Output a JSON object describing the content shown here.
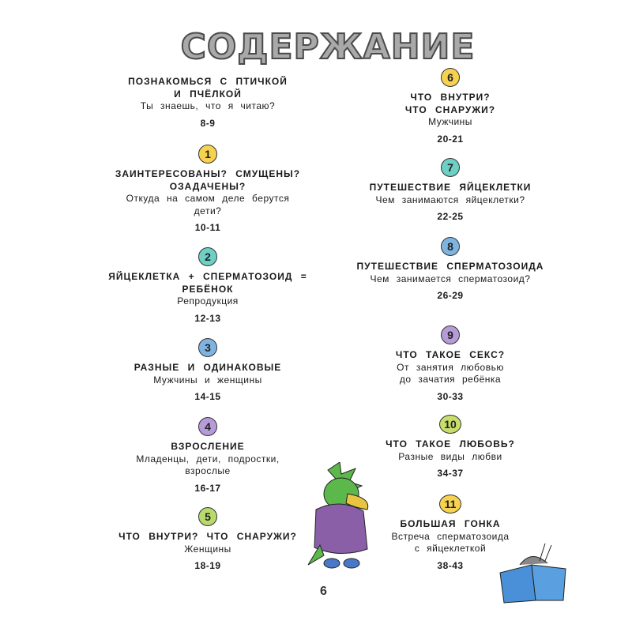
{
  "title": "СОДЕРЖАНИЕ",
  "page_number": "6",
  "entries": [
    {
      "num": "",
      "color": "",
      "head": [
        "ПОЗНАКОМЬСЯ С ПТИЧКОЙ",
        "И ПЧЁЛКОЙ"
      ],
      "sub": [
        "Ты знаешь, что я читаю?"
      ],
      "pages": "8-9"
    },
    {
      "num": "1",
      "color": "#f6d250",
      "head": [
        "ЗАИНТЕРЕСОВАНЫ? СМУЩЕНЫ?",
        "ОЗАДАЧЕНЫ?"
      ],
      "sub": [
        "Откуда на самом деле берутся",
        "дети?"
      ],
      "pages": "10-11"
    },
    {
      "num": "2",
      "color": "#6dd0c4",
      "head": [
        "ЯЙЦЕКЛЕТКА + СПЕРМАТОЗОИД =",
        "РЕБЁНОК"
      ],
      "sub": [
        "Репродукция"
      ],
      "pages": "12-13"
    },
    {
      "num": "3",
      "color": "#80b4e0",
      "head": [
        "РАЗНЫЕ И ОДИНАКОВЫЕ"
      ],
      "sub": [
        "Мужчины и женщины"
      ],
      "pages": "14-15"
    },
    {
      "num": "4",
      "color": "#b59cd8",
      "head": [
        "ВЗРОСЛЕНИЕ"
      ],
      "sub": [
        "Младенцы, дети, подростки,",
        "взрослые"
      ],
      "pages": "16-17"
    },
    {
      "num": "5",
      "color": "#b8da6c",
      "head": [
        "ЧТО ВНУТРИ? ЧТО СНАРУЖИ?"
      ],
      "sub": [
        "Женщины"
      ],
      "pages": "18-19"
    },
    {
      "num": "6",
      "color": "#f6d250",
      "head": [
        "ЧТО ВНУТРИ?",
        "ЧТО СНАРУЖИ?"
      ],
      "sub": [
        "Мужчины"
      ],
      "pages": "20-21"
    },
    {
      "num": "7",
      "color": "#6dd0c4",
      "head": [
        "ПУТЕШЕСТВИЕ ЯЙЦЕКЛЕТКИ"
      ],
      "sub": [
        "Чем занимаются яйцеклетки?"
      ],
      "pages": "22-25"
    },
    {
      "num": "8",
      "color": "#80b4e0",
      "head": [
        "ПУТЕШЕСТВИЕ СПЕРМАТОЗОИДА"
      ],
      "sub": [
        "Чем занимается сперматозоид?"
      ],
      "pages": "26-29"
    },
    {
      "num": "9",
      "color": "#b59cd8",
      "head": [
        "ЧТО ТАКОЕ СЕКС?"
      ],
      "sub": [
        "От занятия любовью",
        "до зачатия ребёнка"
      ],
      "pages": "30-33"
    },
    {
      "num": "10",
      "color": "#c9de6a",
      "head": [
        "ЧТО ТАКОЕ ЛЮБОВЬ?"
      ],
      "sub": [
        "Разные виды любви"
      ],
      "pages": "34-37"
    },
    {
      "num": "11",
      "color": "#f6d250",
      "head": [
        "БОЛЬШАЯ ГОНКА"
      ],
      "sub": [
        "Встреча сперматозоида",
        "с яйцеклеткой"
      ],
      "pages": "38-43"
    }
  ]
}
